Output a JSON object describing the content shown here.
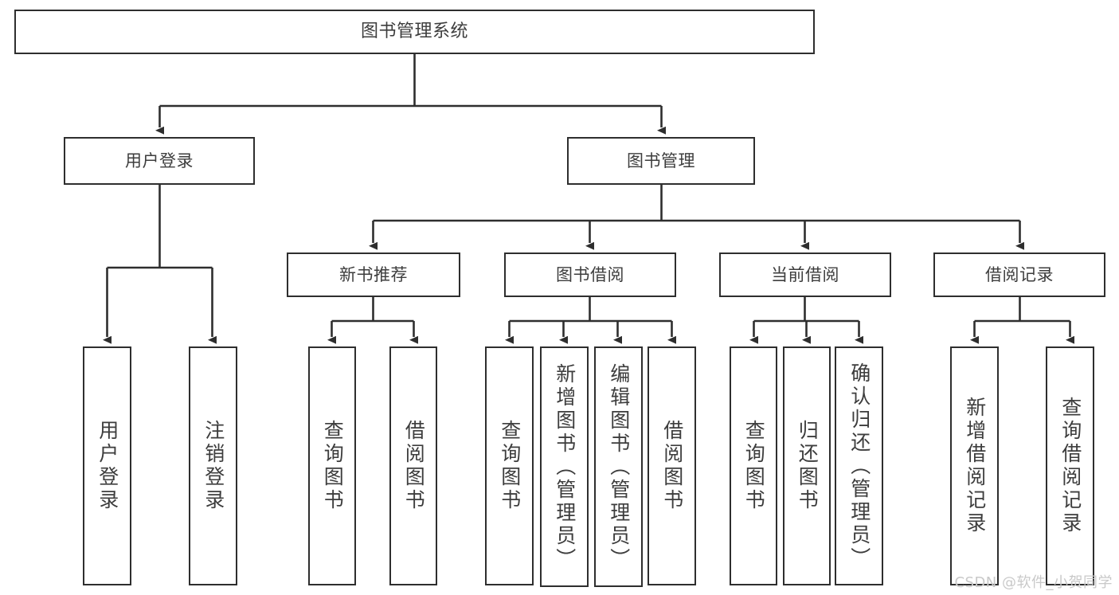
{
  "diagram": {
    "type": "tree-hierarchy",
    "title": "图书管理系统",
    "orientation": "top-down",
    "colors": {
      "box_border": "#2e2e2e",
      "box_fill": "#ffffff",
      "text": "#3d3d3d",
      "connector": "#2e2e2e",
      "watermark": "#c9c9c9",
      "background": "#ffffff"
    },
    "nodes": {
      "root": {
        "label": "图书管理系统"
      },
      "level2": [
        {
          "id": "user-login",
          "label": "用户登录"
        },
        {
          "id": "book-management",
          "label": "图书管理"
        }
      ],
      "level3": [
        {
          "id": "new-book-recommend",
          "label": "新书推荐"
        },
        {
          "id": "book-borrow",
          "label": "图书借阅"
        },
        {
          "id": "current-borrow",
          "label": "当前借阅"
        },
        {
          "id": "borrow-record",
          "label": "借阅记录"
        }
      ],
      "leaves": {
        "user-login": [
          {
            "id": "leaf-user-login",
            "label": "用户登录"
          },
          {
            "id": "leaf-logout",
            "label": "注销登录"
          }
        ],
        "new-book-recommend": [
          {
            "id": "leaf-query-book-1",
            "label": "查询图书"
          },
          {
            "id": "leaf-borrow-book-1",
            "label": "借阅图书"
          }
        ],
        "book-borrow": [
          {
            "id": "leaf-query-book-2",
            "label": "查询图书"
          },
          {
            "id": "leaf-add-book",
            "label": "新增图书（管理员）"
          },
          {
            "id": "leaf-edit-book",
            "label": "编辑图书（管理员）"
          },
          {
            "id": "leaf-borrow-book-2",
            "label": "借阅图书"
          }
        ],
        "current-borrow": [
          {
            "id": "leaf-query-book-3",
            "label": "查询图书"
          },
          {
            "id": "leaf-return-book",
            "label": "归还图书"
          },
          {
            "id": "leaf-confirm-return",
            "label": "确认归还（管理员）"
          }
        ],
        "borrow-record": [
          {
            "id": "leaf-add-record",
            "label": "新增借阅记录"
          },
          {
            "id": "leaf-query-record",
            "label": "查询借阅记录"
          }
        ]
      }
    },
    "watermark": "CSDN @软件_小贺同学"
  }
}
